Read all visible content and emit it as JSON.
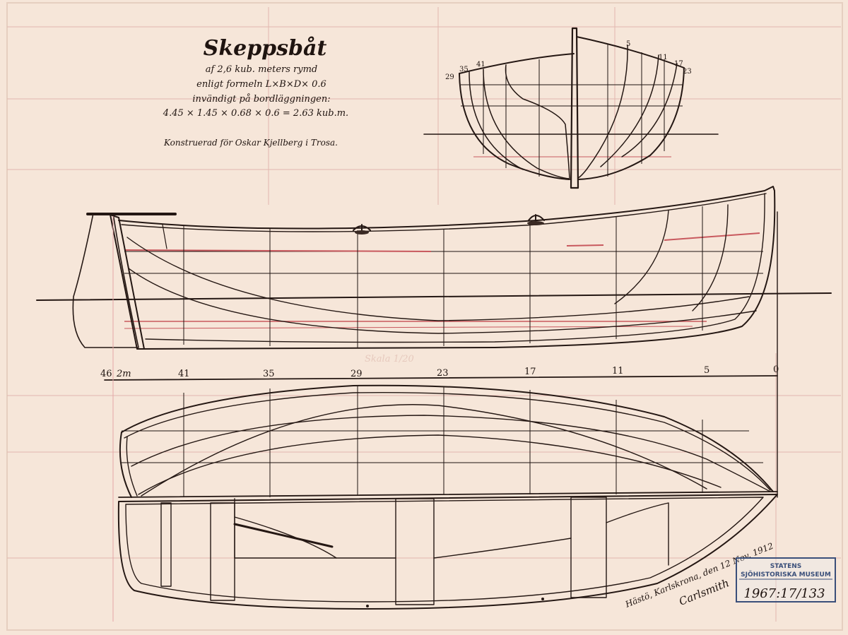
{
  "title": {
    "heading": "Skeppsbåt",
    "line1": "af 2,6 kub. meters rymd",
    "line2": "enligt formeln L×B×D× 0.6",
    "line3": "invändigt på bordläggningen:",
    "line4": "4.45 × 1.45 × 0.68 × 0.6 = 2.63 kub.m."
  },
  "constructed_for": "Konstruerad för Oskar Kjellberg i Trosa.",
  "scale_label": "Skala 1/20",
  "body_plan_stations": [
    "29",
    "35",
    "41",
    "5",
    "11",
    "17",
    "23"
  ],
  "station_scale": [
    "46",
    "2m",
    "41",
    "35",
    "29",
    "23",
    "17",
    "11",
    "5",
    "0"
  ],
  "signature": {
    "place_date": "Hästö, Karlskrona, den 12 Nov. 1912",
    "name": "Carlsmith"
  },
  "stamp": {
    "line1": "STATENS",
    "line2": "SJÖHISTORISKA MUSEUM",
    "number": "1967:17/133"
  },
  "colors": {
    "paper": "#f4e3d6",
    "ink": "#241713",
    "red_lines": "#c8595e",
    "stamp": "#3a4f7a"
  }
}
